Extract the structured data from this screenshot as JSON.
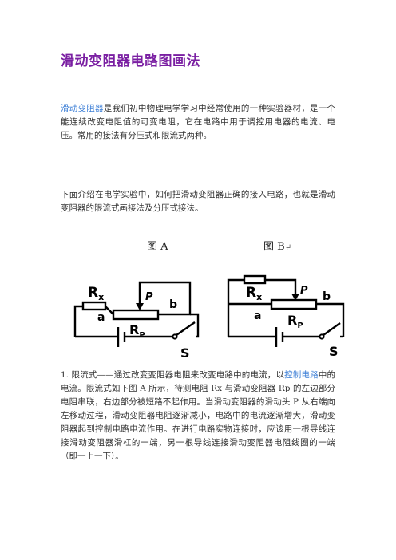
{
  "title": "滑动变阻器电路图画法",
  "intro": {
    "link_text": "滑动变阻器",
    "text": "是我们初中物理电学学习中经常使用的一种实验器材，是一个能连续改变电阻值的可变电阻，它在电路中用于调控用电器的电流、电压。常用的接法有分压式和限流式两种。"
  },
  "intro2": "下面介绍在电学实验中，如何把滑动变阻器正确的接入电路，也就是滑动变阻器的限流式画接法及分压式接法。",
  "figures": {
    "a_label": "图 A",
    "b_label": "图 B",
    "b_enter": "↵"
  },
  "circuit_labels": {
    "rx": "R",
    "rx_sub": "x",
    "p": "P",
    "b": "b",
    "a": "a",
    "rp": "R",
    "rp_sub": "P",
    "s": "S"
  },
  "section1": {
    "text_before": "1. 限流式——通过改变变阻器电阻来改变电路中的电流，以",
    "link_text": "控制电路",
    "text_after": "中的电流。限流式如下图 A 所示，待测电阻 Rx 与滑动变阻器 Rp 的左边部分电阻串联，右边部分被短路不起作用。当滑动变阻器的滑动头 P 从右端向左移动过程，滑动变阻器电阻逐渐减小，电路中的电流逐渐增大，滑动变阻器起到控制电路电流作用。在进行电路实物连接时，应该用一根导线连接滑动变阻器滑杠的一端，另一根导线连接滑动变阻器电阻线圈的一端（即一上一下）。"
  },
  "colors": {
    "title": "#7a1fa2",
    "link": "#3d7fd6",
    "text": "#333333"
  }
}
